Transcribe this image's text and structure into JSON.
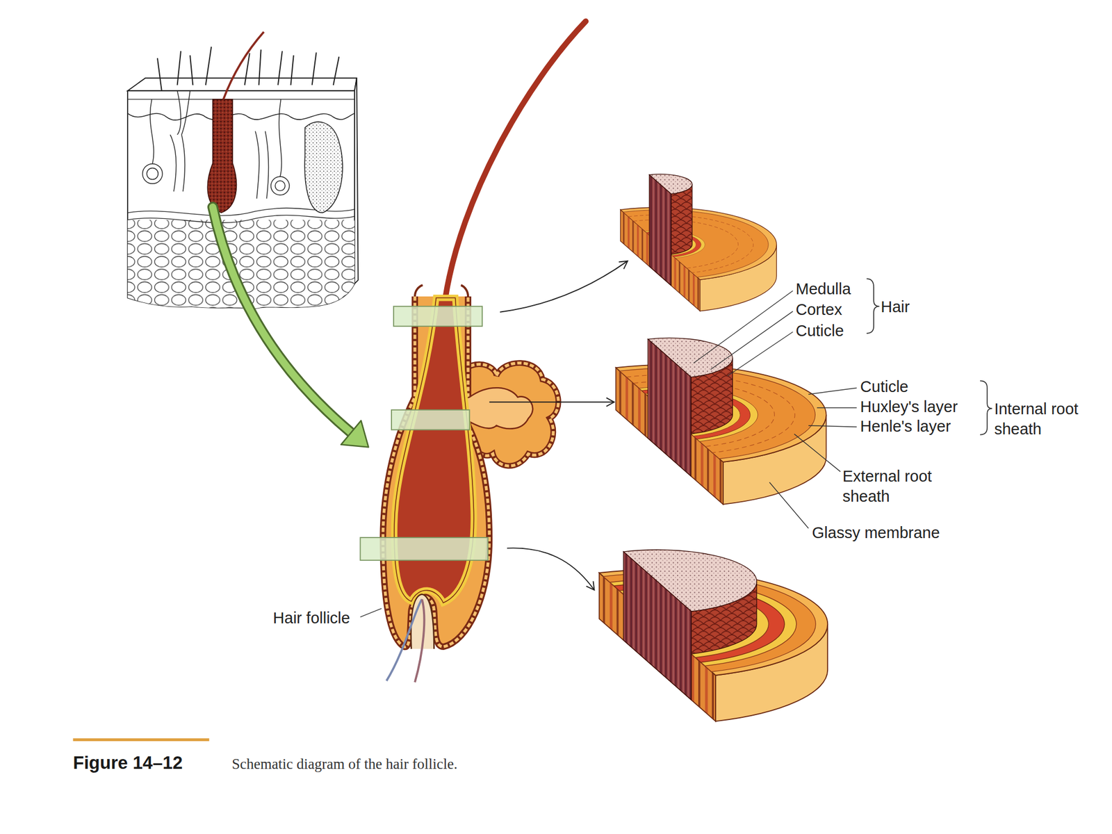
{
  "diagram": {
    "caption": "Schematic diagram of the hair follicle.",
    "labels": [
      "Medulla",
      "Cortex",
      "Cuticle",
      "Hair",
      "Cuticle",
      "Huxley's layer",
      "Henle's layer",
      "Internal root sheath",
      "External root sheath",
      "Glassy membrane",
      "Hair follicle",
      "Figure 14–12"
    ]
  }
}
